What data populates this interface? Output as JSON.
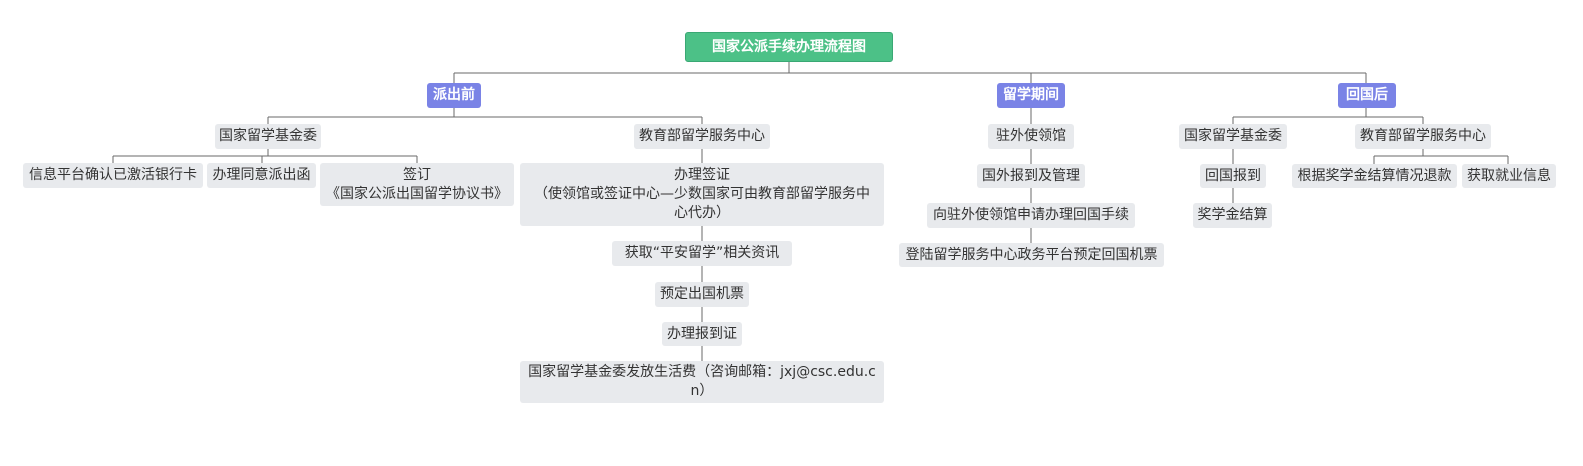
{
  "root": {
    "label": "国家公派手续办理流程图"
  },
  "phases": {
    "before": {
      "label": "派出前",
      "csc": {
        "label": "国家留学基金委",
        "items": [
          "信息平台确认已激活银行卡",
          "办理同意派出函",
          "签订\n《国家公派出国留学协议书》"
        ]
      },
      "moe": {
        "label": "教育部留学服务中心",
        "steps": [
          "办理签证\n（使领馆或签证中心—少数国家可由教育部留学服务中\n心代办）",
          "获取“平安留学”相关资讯",
          "预定出国机票",
          "办理报到证",
          "国家留学基金委发放生活费（咨询邮箱：jxj@csc.edu.c\nn）"
        ]
      }
    },
    "during": {
      "label": "留学期间",
      "embassy": {
        "label": "驻外使领馆",
        "steps": [
          "国外报到及管理",
          "向驻外使领馆申请办理回国手续",
          "登陆留学服务中心政务平台预定回国机票"
        ]
      }
    },
    "after": {
      "label": "回国后",
      "csc": {
        "label": "国家留学基金委",
        "steps": [
          "回国报到",
          "奖学金结算"
        ]
      },
      "moe": {
        "label": "教育部留学服务中心",
        "items": [
          "根据奖学金结算情况退款",
          "获取就业信息"
        ]
      }
    }
  },
  "colors": {
    "root": "#4cc187",
    "phase": "#7a83e6",
    "node": "#e8eaed",
    "connector": "#6a6a6a"
  }
}
